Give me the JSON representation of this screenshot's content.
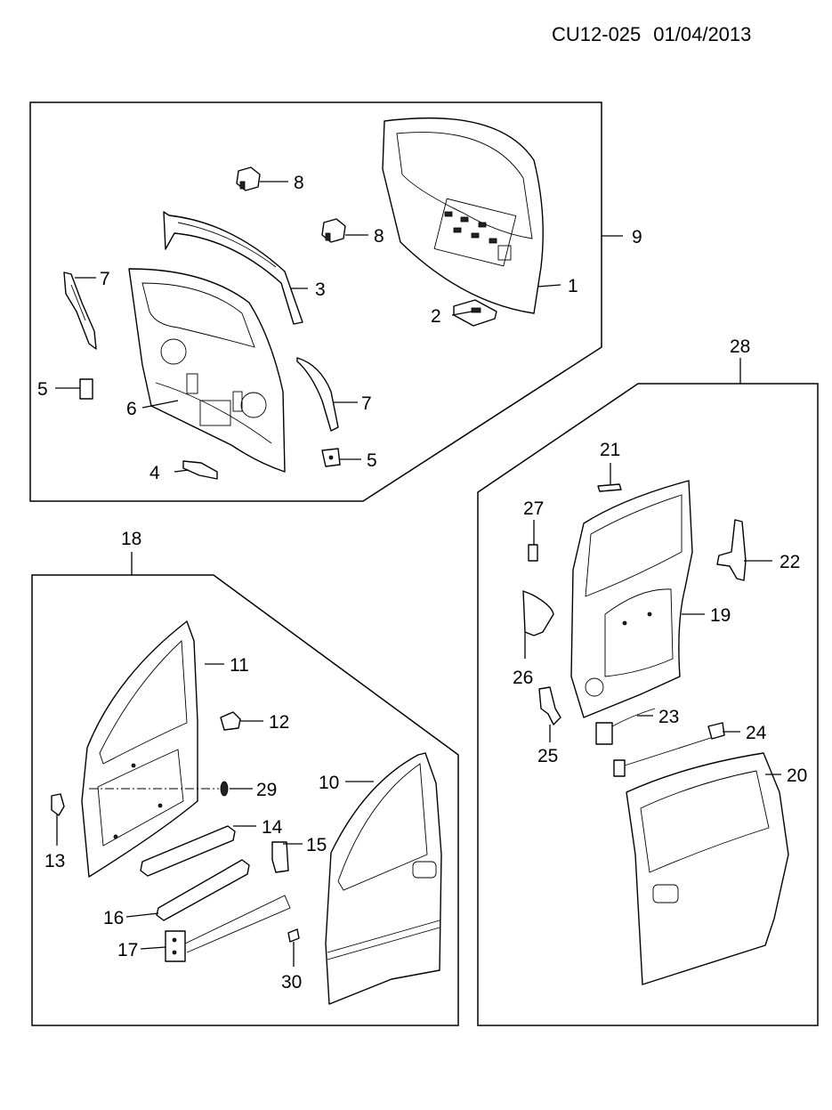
{
  "header": {
    "code": "CU12-025",
    "date": "01/04/2013"
  },
  "groups": {
    "tailgate": "9",
    "front_door": "18",
    "sliding_door": "28"
  },
  "callouts": {
    "c1": "1",
    "c2": "2",
    "c3": "3",
    "c4": "4",
    "c5a": "5",
    "c5b": "5",
    "c6": "6",
    "c7a": "7",
    "c7b": "7",
    "c8a": "8",
    "c8b": "8",
    "c10": "10",
    "c11": "11",
    "c12": "12",
    "c13": "13",
    "c14": "14",
    "c15": "15",
    "c16": "16",
    "c17": "17",
    "c29": "29",
    "c30": "30",
    "c19": "19",
    "c20": "20",
    "c21": "21",
    "c22": "22",
    "c23": "23",
    "c24": "24",
    "c25": "25",
    "c26": "26",
    "c27": "27"
  }
}
